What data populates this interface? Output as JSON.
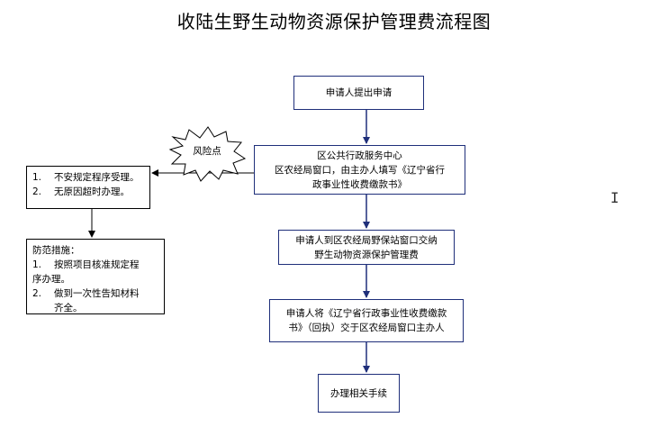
{
  "title": "收陆生野生动物资源保护管理费流程图",
  "steps": [
    {
      "lines": [
        "申请人提出申请"
      ]
    },
    {
      "lines": [
        "区公共行政服务中心",
        "区农经局窗口，由主办人填写《辽宁省行",
        "政事业性收费缴款书》"
      ]
    },
    {
      "lines": [
        "申请人到区农经局野保站窗口交纳",
        "野生动物资源保护管理费"
      ]
    },
    {
      "lines": [
        "申请人将《辽宁省行政事业性收费缴款",
        "书》（回执）交于区农经局窗口主办人"
      ]
    },
    {
      "lines": [
        "办理相关手续"
      ]
    }
  ],
  "risk": {
    "label": "风险点",
    "items": [
      {
        "num": "1.",
        "text": "不安规定程序受理。"
      },
      {
        "num": "2.",
        "text": "无原因超时办理。"
      }
    ]
  },
  "measures": {
    "heading": "防范措施：",
    "items": [
      {
        "num": "1.",
        "text": "按照项目核准规定程",
        "cont": "序办理。"
      },
      {
        "num": "2.",
        "text": "做到一次性告知材料",
        "cont": "齐全。"
      }
    ]
  },
  "cursor_glyph": "I",
  "colors": {
    "step_border": "#1f2f7a",
    "arrow": "#1f2f7a",
    "side_border": "#000000"
  }
}
